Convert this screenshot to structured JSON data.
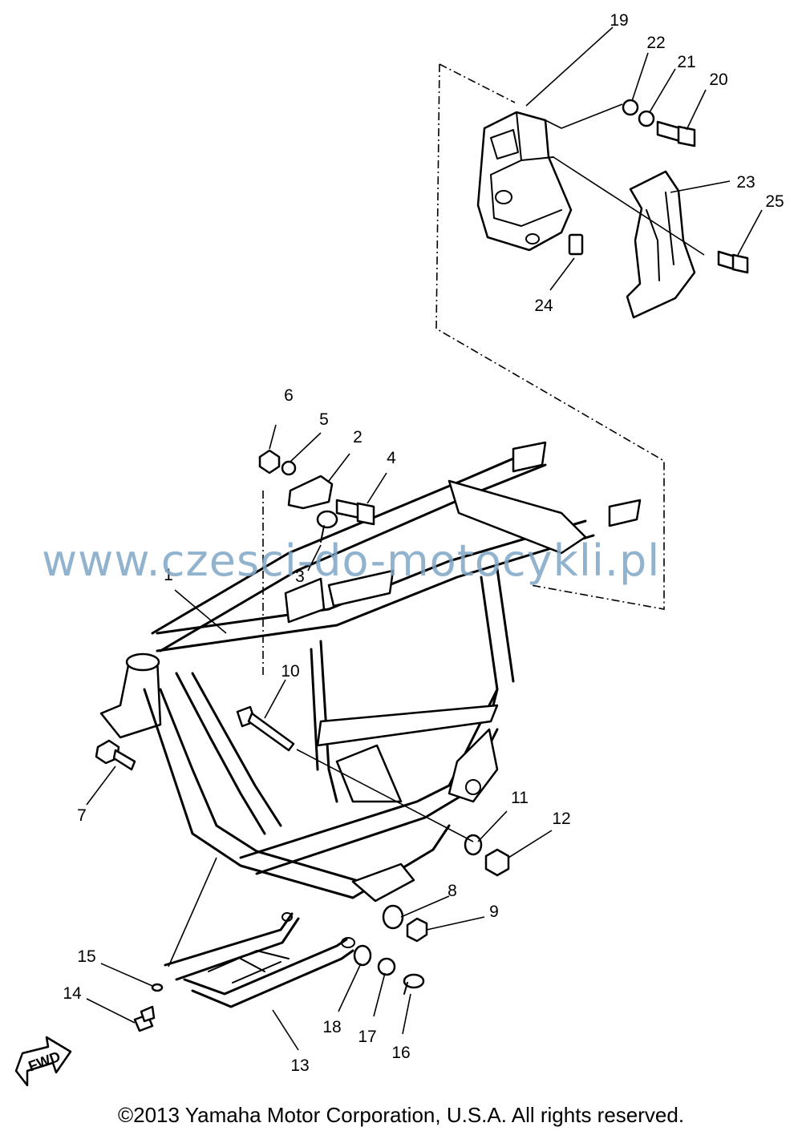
{
  "watermark": "www.czesci-do-motocykli.pl",
  "copyright": "©2013 Yamaha Motor Corporation, U.S.A. All rights reserved.",
  "fwd_label": "FWD",
  "part_labels": [
    "1",
    "2",
    "3",
    "4",
    "5",
    "6",
    "7",
    "8",
    "9",
    "10",
    "11",
    "12",
    "13",
    "14",
    "15",
    "16",
    "17",
    "18",
    "19",
    "20",
    "21",
    "22",
    "23",
    "24",
    "25"
  ]
}
